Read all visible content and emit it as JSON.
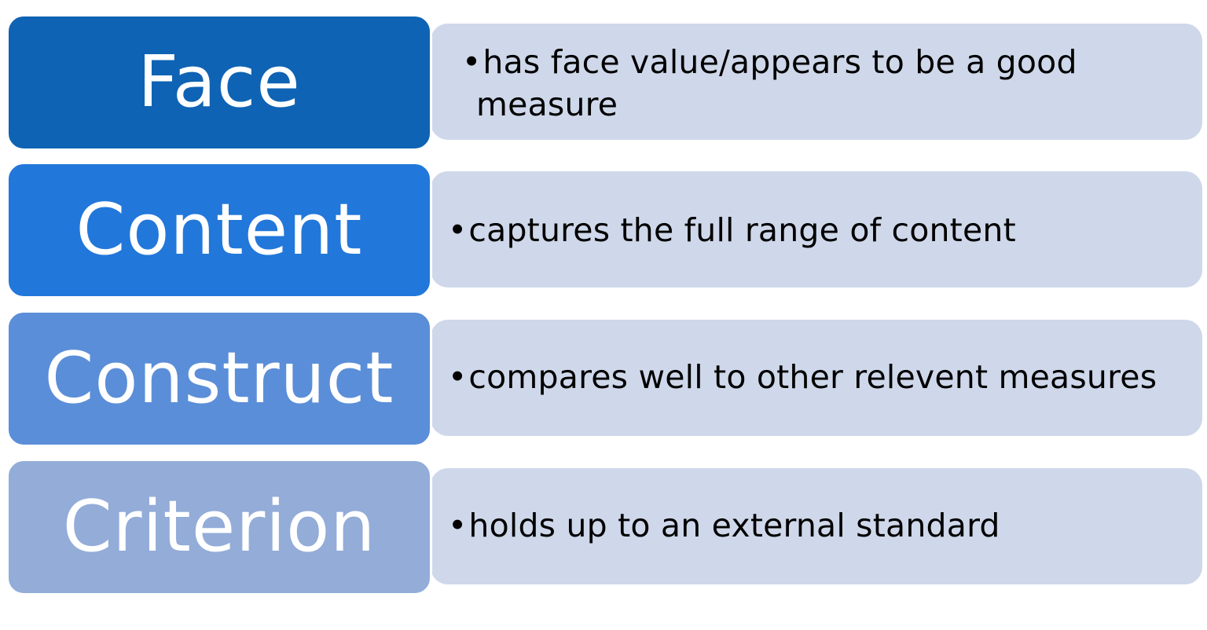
{
  "rows": [
    {
      "term": "Face",
      "color": "#0e63b4",
      "bullet": "•",
      "line1": "has face value/appears to be a good",
      "line2": "measure"
    },
    {
      "term": "Content",
      "color": "#2277da",
      "bullet": "•",
      "line1": "captures the full range of content"
    },
    {
      "term": "Construct",
      "color": "#5b8ed8",
      "bullet": "•",
      "line1": "compares well to other relevent measures"
    },
    {
      "term": "Criterion",
      "color": "#93acd8",
      "bullet": "•",
      "line1": "holds up to an external standard"
    }
  ]
}
